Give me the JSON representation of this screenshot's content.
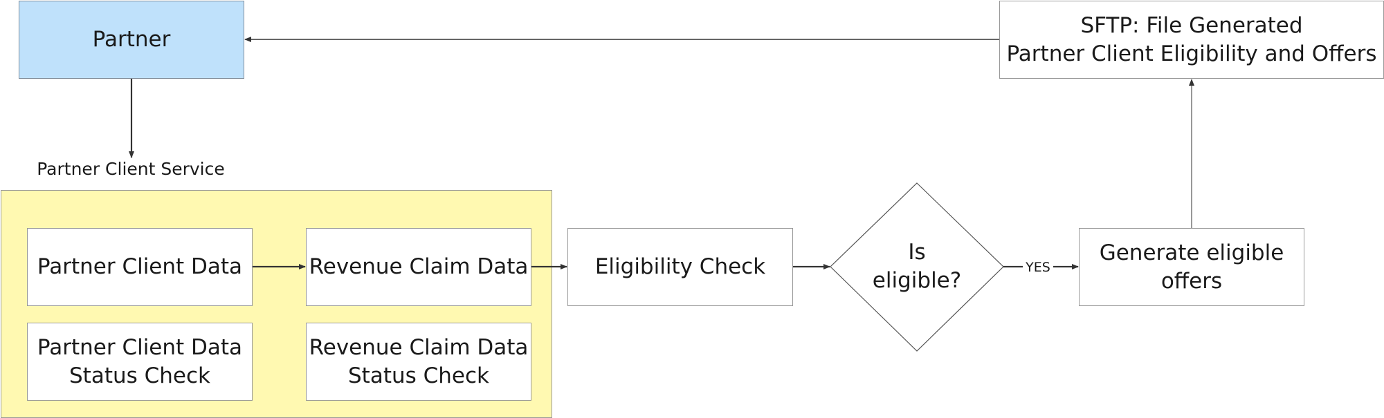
{
  "diagram": {
    "partner": "Partner",
    "group_label": "Partner Client Service",
    "partner_client_data": "Partner Client Data",
    "revenue_claim_data": "Revenue Claim Data",
    "partner_client_status": "Partner Client Data\nStatus Check",
    "revenue_claim_status": "Revenue Claim Data\nStatus Check",
    "eligibility_check": "Eligibility Check",
    "decision": "Is\neligible?",
    "yes_label": "YES",
    "generate_offers": "Generate eligible\noffers",
    "sftp": "SFTP: File Generated\nPartner Client Eligibility and Offers"
  },
  "colors": {
    "partner_fill": "#bfe1fb",
    "group_fill": "#fff9b1",
    "line": "#333333",
    "border": "#999999"
  }
}
